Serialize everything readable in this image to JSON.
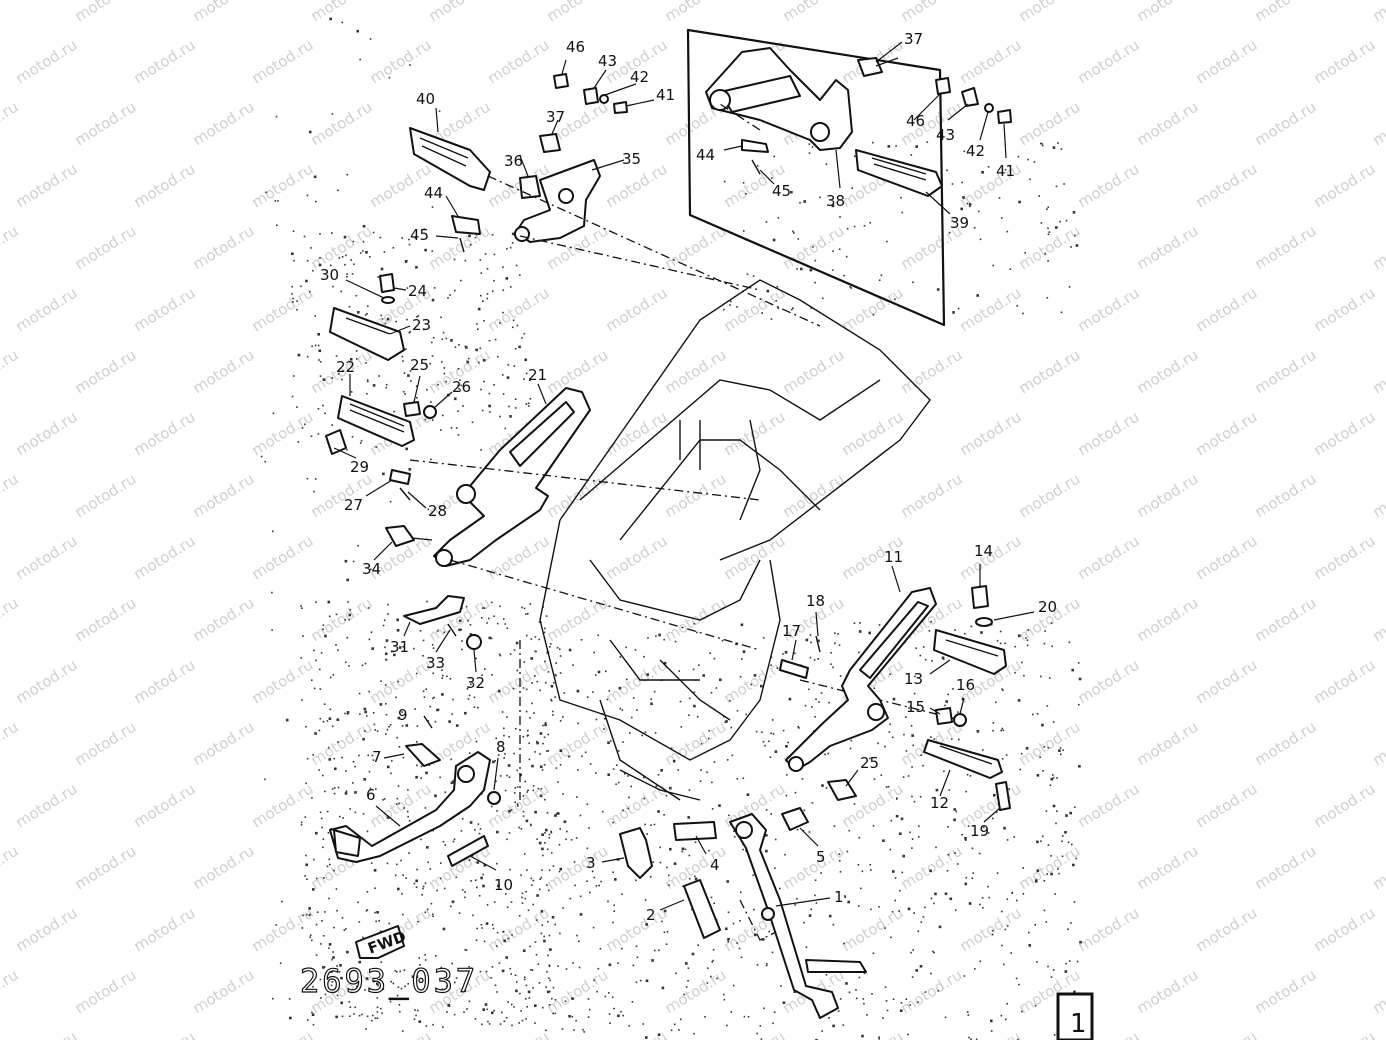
{
  "watermark": {
    "text": "motod.ru",
    "color": "#cfcfcf"
  },
  "diagram_code": "2693_037",
  "fwd_label": "FWD",
  "corner_mark": "1",
  "ink_color": "#111111",
  "callouts": [
    {
      "id": "46a",
      "text": "46"
    },
    {
      "id": "43a",
      "text": "43"
    },
    {
      "id": "42a",
      "text": "42"
    },
    {
      "id": "41a",
      "text": "41"
    },
    {
      "id": "40",
      "text": "40"
    },
    {
      "id": "37a",
      "text": "37"
    },
    {
      "id": "36",
      "text": "36"
    },
    {
      "id": "35",
      "text": "35"
    },
    {
      "id": "44a",
      "text": "44"
    },
    {
      "id": "45a",
      "text": "45"
    },
    {
      "id": "37b",
      "text": "37"
    },
    {
      "id": "46b",
      "text": "46"
    },
    {
      "id": "43b",
      "text": "43"
    },
    {
      "id": "42b",
      "text": "42"
    },
    {
      "id": "41b",
      "text": "41"
    },
    {
      "id": "44b",
      "text": "44"
    },
    {
      "id": "45b",
      "text": "45"
    },
    {
      "id": "38",
      "text": "38"
    },
    {
      "id": "39",
      "text": "39"
    },
    {
      "id": "30",
      "text": "30"
    },
    {
      "id": "24",
      "text": "24"
    },
    {
      "id": "23",
      "text": "23"
    },
    {
      "id": "22",
      "text": "22"
    },
    {
      "id": "25a",
      "text": "25"
    },
    {
      "id": "26",
      "text": "26"
    },
    {
      "id": "21",
      "text": "21"
    },
    {
      "id": "29",
      "text": "29"
    },
    {
      "id": "27",
      "text": "27"
    },
    {
      "id": "28",
      "text": "28"
    },
    {
      "id": "34",
      "text": "34"
    },
    {
      "id": "31",
      "text": "31"
    },
    {
      "id": "33",
      "text": "33"
    },
    {
      "id": "32",
      "text": "32"
    },
    {
      "id": "9",
      "text": "9"
    },
    {
      "id": "7",
      "text": "7"
    },
    {
      "id": "8",
      "text": "8"
    },
    {
      "id": "6",
      "text": "6"
    },
    {
      "id": "10",
      "text": "10"
    },
    {
      "id": "11",
      "text": "11"
    },
    {
      "id": "14",
      "text": "14"
    },
    {
      "id": "20",
      "text": "20"
    },
    {
      "id": "18",
      "text": "18"
    },
    {
      "id": "17",
      "text": "17"
    },
    {
      "id": "13",
      "text": "13"
    },
    {
      "id": "16",
      "text": "16"
    },
    {
      "id": "15",
      "text": "15"
    },
    {
      "id": "25b",
      "text": "25"
    },
    {
      "id": "12",
      "text": "12"
    },
    {
      "id": "19",
      "text": "19"
    },
    {
      "id": "3",
      "text": "3"
    },
    {
      "id": "4",
      "text": "4"
    },
    {
      "id": "5",
      "text": "5"
    },
    {
      "id": "2",
      "text": "2"
    },
    {
      "id": "1",
      "text": "1"
    }
  ]
}
